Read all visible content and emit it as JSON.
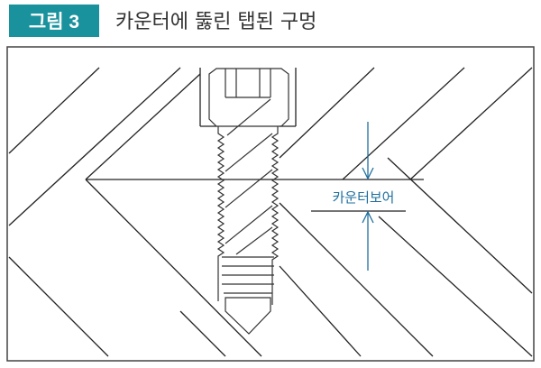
{
  "figure": {
    "badge": "그림 3",
    "title": "카운터에 뚫린 탭된 구멍"
  },
  "diagram": {
    "annotation_label": "카운터보어",
    "annotation_color": "#1f6f9e",
    "badge_color": "#1a929d"
  }
}
